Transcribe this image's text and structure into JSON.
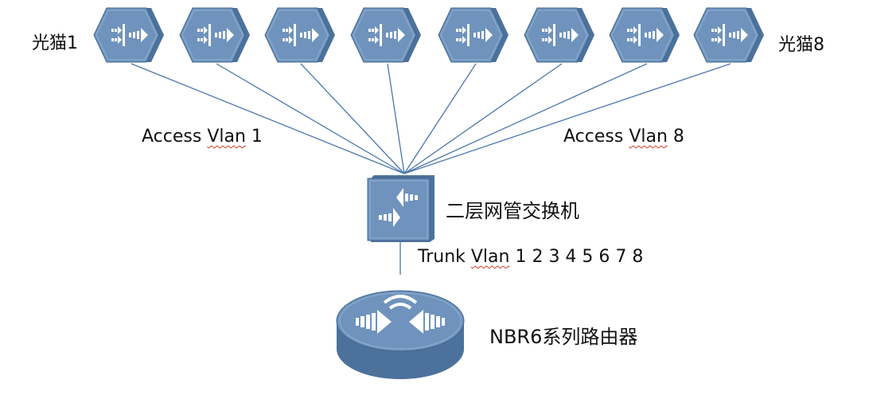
{
  "labels": {
    "modem_first": "光猫1",
    "modem_last": "光猫8",
    "access_left_prefix": "Access ",
    "access_left_word": "Vlan",
    "access_left_suffix": " 1",
    "access_right_prefix": "Access ",
    "access_right_word": "Vlan",
    "access_right_suffix": " 8",
    "switch": "二层网管交换机",
    "trunk_prefix": "Trunk ",
    "trunk_word": "Vlan",
    "trunk_suffix": " 1 2 3 4 5 6 7 8",
    "router": "NBR6系列路由器"
  },
  "colors": {
    "device_fill": "#6f93bc",
    "device_side": "#4c729c",
    "device_edge": "#3f6690",
    "link": "#4a76ad",
    "spellcheck": "#d23a2a"
  },
  "icons": {
    "modem": "optical-modem-icon",
    "switch": "layer2-switch-icon",
    "router": "router-icon"
  }
}
